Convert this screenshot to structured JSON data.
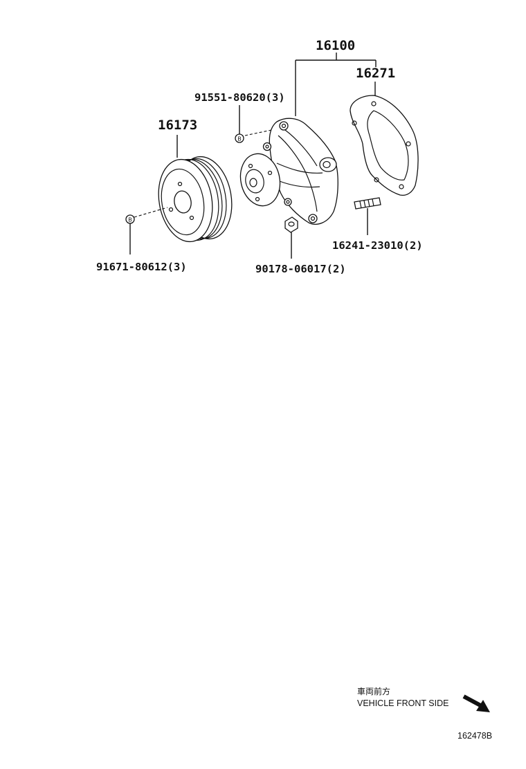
{
  "callouts": {
    "assembly": "16100",
    "gasket": "16271",
    "bolt_top": "91551-80620(3)",
    "pulley": "16173",
    "bolt_pulley": "91671-80612(3)",
    "nut": "90178-06017(2)",
    "stud": "16241-23010(2)"
  },
  "footer": {
    "direction_jp": "車両前方",
    "direction_en": "VEHICLE FRONT SIDE",
    "illustration_id": "162478B"
  }
}
